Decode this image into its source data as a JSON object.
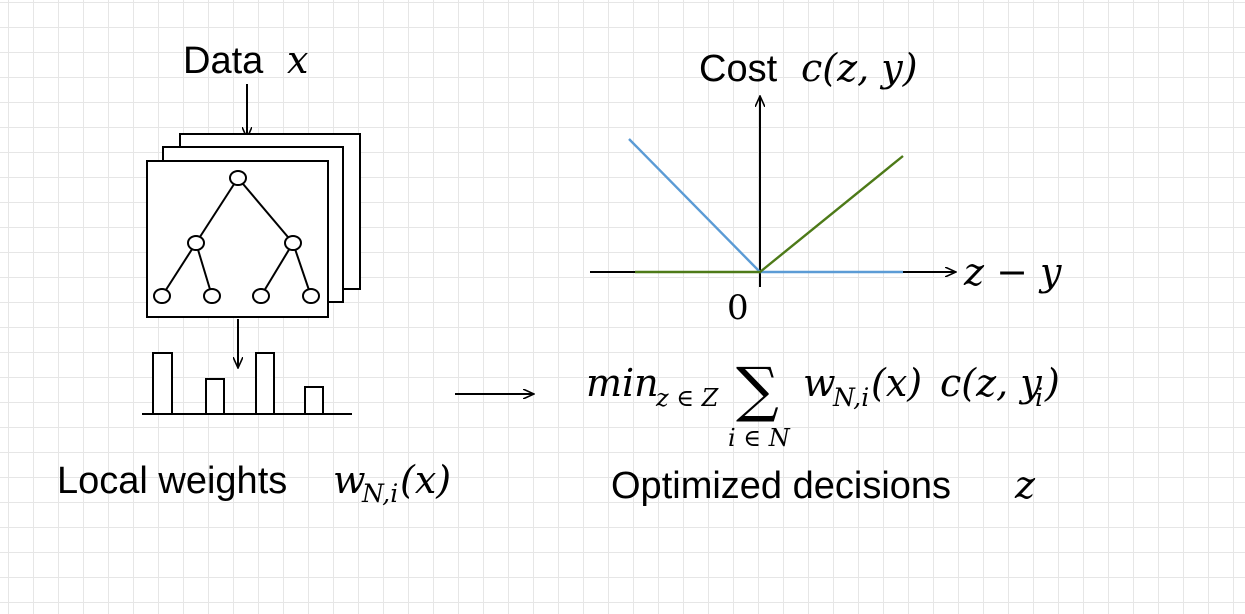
{
  "left_panel": {
    "data_label": "Data",
    "data_var": "x",
    "weights_label": "Local weights",
    "weights_var": "w",
    "weights_sub": "N,i",
    "weights_arg": "(x)"
  },
  "right_panel": {
    "cost_label": "Cost",
    "cost_func": "c(z, y)",
    "axis_label": "z − y",
    "origin_label": "0",
    "formula": {
      "min": "min",
      "min_sub": "z ∈ Z",
      "sigma": "∑",
      "sigma_sub": "i ∈ N",
      "weight": "w",
      "weight_sub": "N,i",
      "weight_arg": "(x)",
      "cost": "c(z, y",
      "cost_sub": "i",
      "cost_close": ")"
    },
    "decisions_label": "Optimized decisions",
    "decisions_var": "z"
  },
  "colors": {
    "line": "#000000",
    "blue_series": "#5b9bd5",
    "green_series": "#4d7a18",
    "grid": "#e6e6e6"
  }
}
